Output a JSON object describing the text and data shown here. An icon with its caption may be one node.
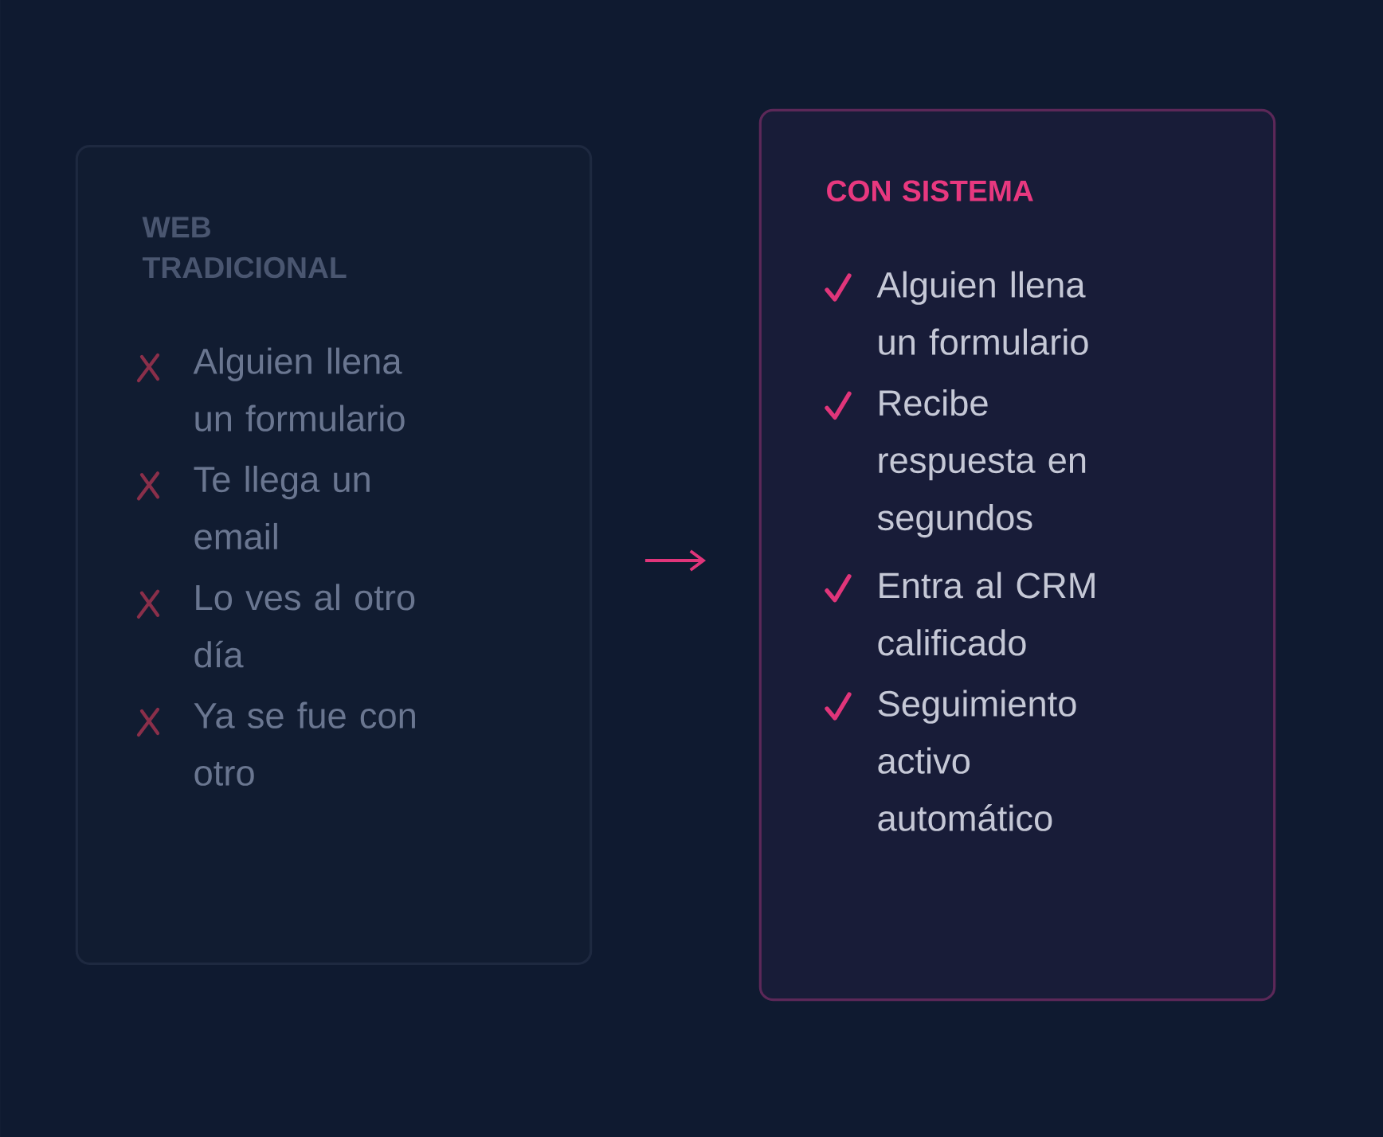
{
  "diagram": {
    "nodes": [
      {
        "text": [
          "WEB TRADICIONAL",
          "Alguien llena un formulario",
          "Te llega un email",
          "Lo ves al otro día",
          "Ya se fue con otro"
        ]
      },
      {
        "text": [
          "CON SISTEMA",
          "Alguien llena un formulario",
          "Recibe respuesta en segundos",
          "Entra al CRM calificado",
          "Seguimiento activo automático"
        ]
      }
    ],
    "edges": [
      {
        "from": 0,
        "to": 1,
        "arrow": "to"
      }
    ]
  }
}
